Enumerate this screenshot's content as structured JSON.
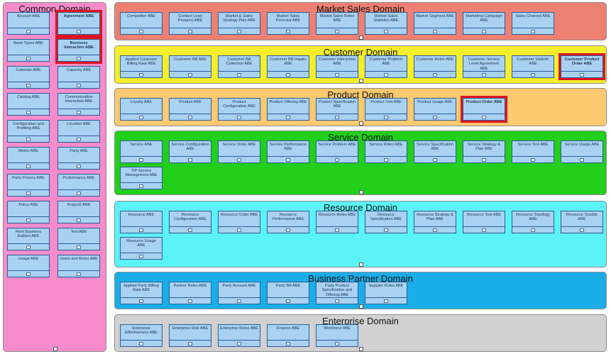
{
  "domains": [
    {
      "key": "common",
      "title": "Common Domain",
      "bg": "#f68ccc",
      "layout": "common",
      "items": [
        "Account ABE",
        "Agreement ABE",
        "Base Types ABE",
        "Business Interaction ABE",
        "Calendar ABE",
        "Capacity ABE",
        "Catalog ABE",
        "Communication Interaction ABE",
        "Configuration and Profiling ABE",
        "Location ABE",
        "Metric ABE",
        "Party ABE",
        "Party Privacy ABE",
        "Performance ABE",
        "Policy ABE",
        "Project2 ABE",
        "Root Business Entities ABE",
        "Test ABE",
        "Usage ABE",
        "Users and Roles ABE"
      ],
      "highlighted": [
        1,
        3
      ]
    },
    {
      "key": "market-sales",
      "title": "Market Sales Domain",
      "bg": "#ee8073",
      "items": [
        "Competitor ABE",
        "Contact Lead Prospect ABE",
        "Market & Sales Strategy Plan ABE",
        "Market Sales Forecast ABE",
        "Market Sales Roles ABE",
        "Market Sales Statistics ABE",
        "Market Segment ABE",
        "Marketing Campaign ABE",
        "Sales Channel ABE"
      ],
      "highlighted": []
    },
    {
      "key": "customer",
      "title": "Customer Domain",
      "bg": "#f5ef2b",
      "items": [
        "Applied Customer Billing Rate ABE",
        "Customer Bill ABE",
        "Customer Bill Collection ABE",
        "Customer Bill Inquiry ABE",
        "Customer Interaction ABE",
        "Customer Problem ABE",
        "Customer Roles ABE",
        "Customer Service Level Agreement ABE",
        "Customer Statistic ABE",
        "Customer Product Order ABE"
      ],
      "highlighted": [
        9
      ]
    },
    {
      "key": "product",
      "title": "Product Domain",
      "bg": "#fbc96f",
      "items": [
        "Loyalty ABE",
        "Product ABE",
        "Product Configuration ABE",
        "Product Offering ABE",
        "Product Specification ABE",
        "Product Test ABE",
        "Product Usage ABE",
        "Product Order ABE"
      ],
      "highlighted": [
        7
      ]
    },
    {
      "key": "service",
      "title": "Service Domain",
      "bg": "#22cf1b",
      "items": [
        "Service ABE",
        "Service Configuration ABE",
        "Service Order ABE",
        "Service Performance ABE",
        "Service Problem ABE",
        "Service Roles ABE",
        "Service Specification ABE",
        "Service Strategy & Plan ABE",
        "Service Test ABE",
        "Service Usage ABE",
        "TIP Service Management ABE"
      ],
      "highlighted": []
    },
    {
      "key": "resource",
      "title": "Resource Domain",
      "bg": "#5bf3f6",
      "items": [
        "Resource ABE",
        "Resource Configuration ABE",
        "Resource Order ABE",
        "Resource Performance ABE",
        "Resource Roles ABE",
        "Resource Specification ABE",
        "Resource Strategy & Plan ABE",
        "Resource Test ABE",
        "Resource Topology ABE",
        "Resource Trouble ABE",
        "Resource Usage ABE"
      ],
      "highlighted": []
    },
    {
      "key": "business-partner",
      "title": "Business Partner Domain",
      "bg": "#19aee8",
      "items": [
        "Applied Party Billing Rate ABE",
        "Partner Roles ABE",
        "Party Account ABE",
        "Party Bill ABE",
        "Party Product Specification and Offering ABE",
        "Supplier Roles ABE"
      ],
      "highlighted": []
    },
    {
      "key": "enterprise",
      "title": "Enterprise Domain",
      "bg": "#d1d1d1",
      "items": [
        "Enterprise Effectiveness ABE",
        "Enterprise Risk ABE",
        "Enterprise Roles ABE",
        "Finance ABE",
        "Workforce ABE"
      ],
      "highlighted": []
    }
  ]
}
